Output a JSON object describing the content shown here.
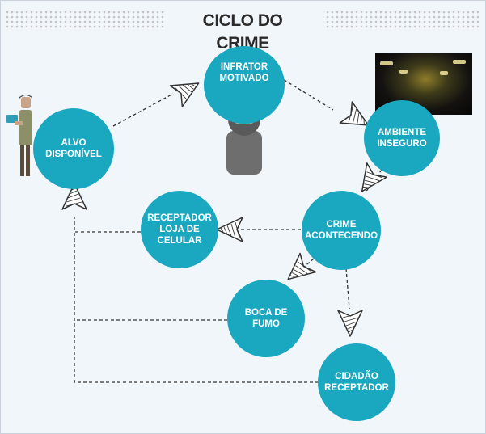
{
  "title": "CICLO DO CRIME",
  "colors": {
    "node": "#1aa7c0",
    "text_on_node": "#ffffff",
    "connector": "#333333",
    "background": "#f1f6fb"
  },
  "nodes": {
    "alvo": "ALVO\nDISPONÍVEL",
    "infrator": "INFRATOR\nMOTIVADO",
    "ambiente": "AMBIENTE\nINSEGURO",
    "crime": "CRIME\nACONTECENDO",
    "receptador_loja": "RECEPTADOR\nLOJA DE\nCELULAR",
    "boca": "BOCA DE\nFUMO",
    "cidadao": "CIDADÃO\nRECEPTADOR"
  },
  "illustrations": {
    "person": "person-with-phone-icon",
    "thief": "masked-thief-icon",
    "photo": "dark-tunnel-photo"
  }
}
